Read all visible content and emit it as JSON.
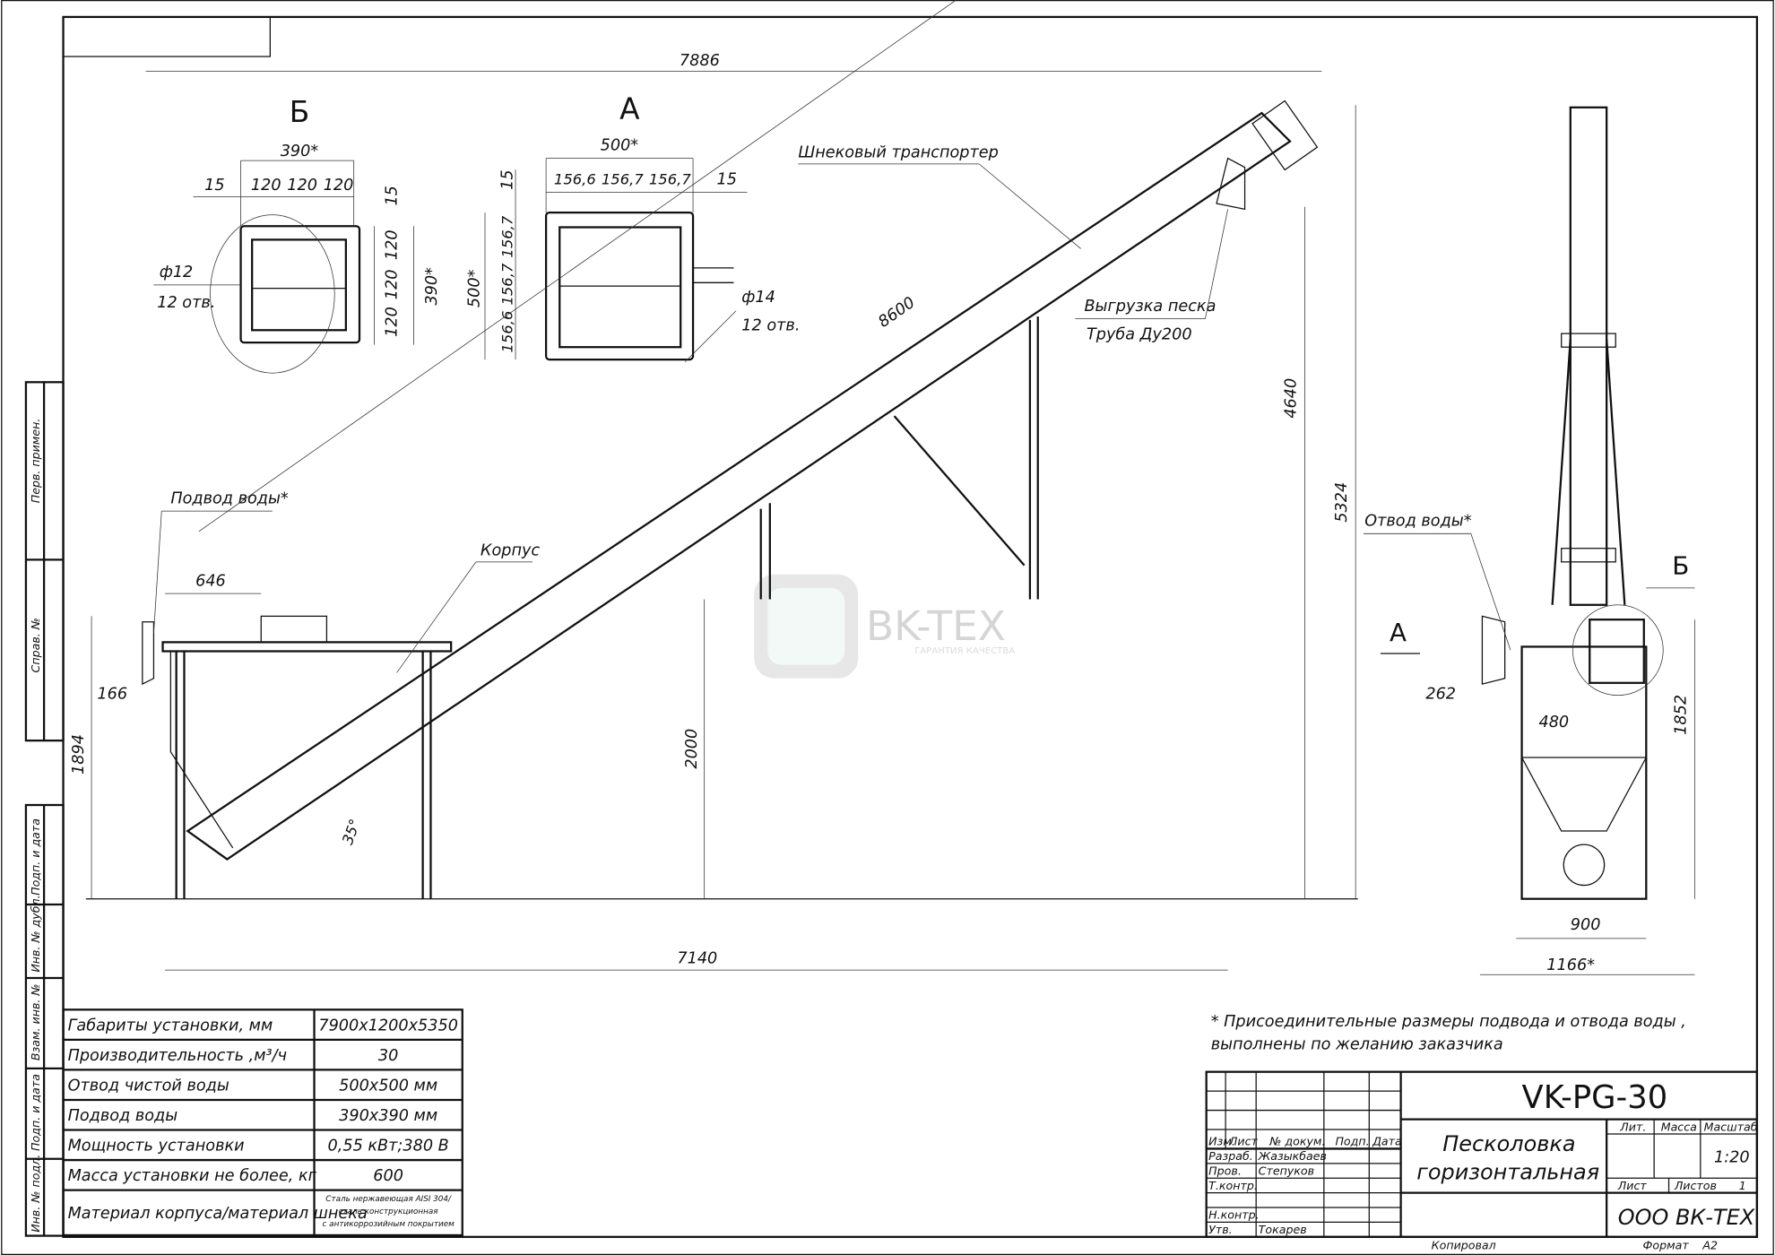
{
  "sheet": {
    "corner_box": ""
  },
  "side_strip": [
    "Перв. примен.",
    "Справ. №",
    "Подп. и дата",
    "Инв. № дубл.",
    "Взам. инв. №",
    "Подп. и дата",
    "Инв. № подл."
  ],
  "views": {
    "B": {
      "title": "Б",
      "width": "390*",
      "edge_h": "15",
      "pitch": [
        "120",
        "120",
        "120"
      ],
      "edge_v": "15",
      "pitch_v": [
        "120",
        "120",
        "120"
      ],
      "height": "390*",
      "hole_dia": "ф12",
      "hole_count": "12 отв."
    },
    "A": {
      "title": "А",
      "width": "500*",
      "pitch": [
        "156,6",
        "156,7",
        "156,7"
      ],
      "edge_h": "15",
      "edge_v": "15",
      "pitch_v": [
        "156,7",
        "156,7",
        "156,6"
      ],
      "height": "500*",
      "hole_dia": "ф14",
      "hole_count": "12 отв."
    }
  },
  "main_view": {
    "overall_length": "7886",
    "screw_length": "8600",
    "height_discharge": "4640",
    "height_total": "5324",
    "support_height": "2000",
    "base_length": "7140",
    "tank_height": "1894",
    "inlet_offset": "166",
    "inlet_width": "646",
    "angle": "35°",
    "labels": {
      "screw_conveyor": "Шнековый транспортер",
      "sand_discharge": "Выгрузка песка",
      "pipe": "Труба Ду200",
      "water_inlet": "Подвод воды*",
      "body": "Корпус"
    }
  },
  "side_view": {
    "water_outlet": "Отвод воды*",
    "arrow_a": "А",
    "arrow_b": "Б",
    "dim_262": "262",
    "dim_480": "480",
    "dim_1852": "1852",
    "dim_900": "900",
    "dim_1166": "1166*"
  },
  "watermark": {
    "brand": "BK-TEX",
    "tagline": "ГАРАНТИЯ КАЧЕСТВА"
  },
  "specs": [
    {
      "param": "Габариты установки, мм",
      "value": "7900x1200x5350"
    },
    {
      "param": "Производительность ,м³/ч",
      "value": "30"
    },
    {
      "param": "Отвод чистой воды",
      "value": "500x500 мм"
    },
    {
      "param": "Подвод воды",
      "value": "390x390 мм"
    },
    {
      "param": "Мощность установки",
      "value": "0,55 кВт;380 В"
    },
    {
      "param": "Масса установки не более, кг",
      "value": "600"
    },
    {
      "param": "Материал корпуса/материал шнека",
      "value_lines": [
        "Сталь нержавеющая AISI 304/",
        "сталь конструкционная",
        "с антикоррозийным покрытием"
      ]
    }
  ],
  "note": [
    "* Присоединительные размеры подвода и отвода воды ,",
    "выполнены по желанию заказчика"
  ],
  "title_block": {
    "code": "VK-PG-30",
    "name": [
      "Песколовка",
      "горизонтальная"
    ],
    "headers": {
      "izm": "Изм.",
      "list": "Лист",
      "doc": "№ докум.",
      "sign": "Подп.",
      "date": "Дата",
      "lit": "Лит.",
      "mass": "Масса",
      "scale": "Масштаб",
      "sheet": "Лист",
      "sheets": "Листов"
    },
    "roles": [
      {
        "role": "Разраб.",
        "name": "Жазыкбаев"
      },
      {
        "role": "Пров.",
        "name": "Степуков"
      },
      {
        "role": "Т.контр.",
        "name": ""
      },
      {
        "role": "Н.контр.",
        "name": ""
      },
      {
        "role": "Утв.",
        "name": "Токарев"
      }
    ],
    "scale": "1:20",
    "sheets_count": "1",
    "company": "ООО ВК-ТЕХ",
    "copied": "Копировал",
    "format_label": "Формат",
    "format": "А2"
  }
}
